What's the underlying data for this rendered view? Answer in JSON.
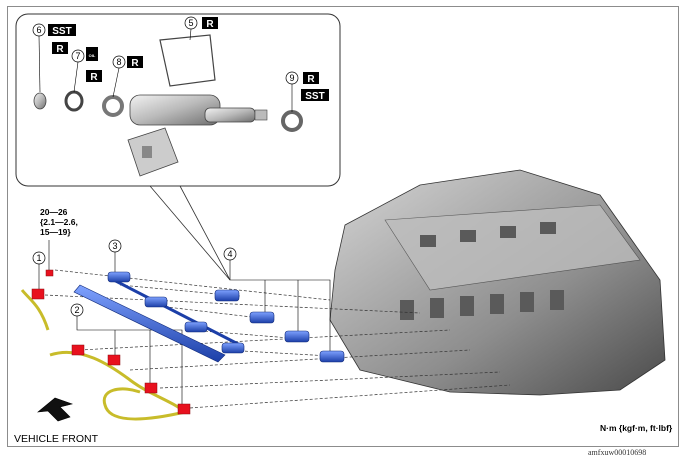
{
  "callouts": {
    "c1": "1",
    "c2": "2",
    "c3": "3",
    "c4": "4",
    "c5": "5",
    "c6": "6",
    "c7": "7",
    "c8": "8",
    "c9": "9"
  },
  "badges": {
    "sst": "SST",
    "r": "R",
    "oil": "OIL"
  },
  "torque_spec": "20—26\n{2.1—2.6,\n15—19}",
  "vehicle_front": "VEHICLE FRONT",
  "units": "N·m {kgf·m, ft·lbf}",
  "figure_code": "amfxuw00010698",
  "colors": {
    "injector": "#2f5fd0",
    "connector": "#e8111e",
    "harness": "#d8cc3a",
    "engine": "#9a9a9a"
  }
}
